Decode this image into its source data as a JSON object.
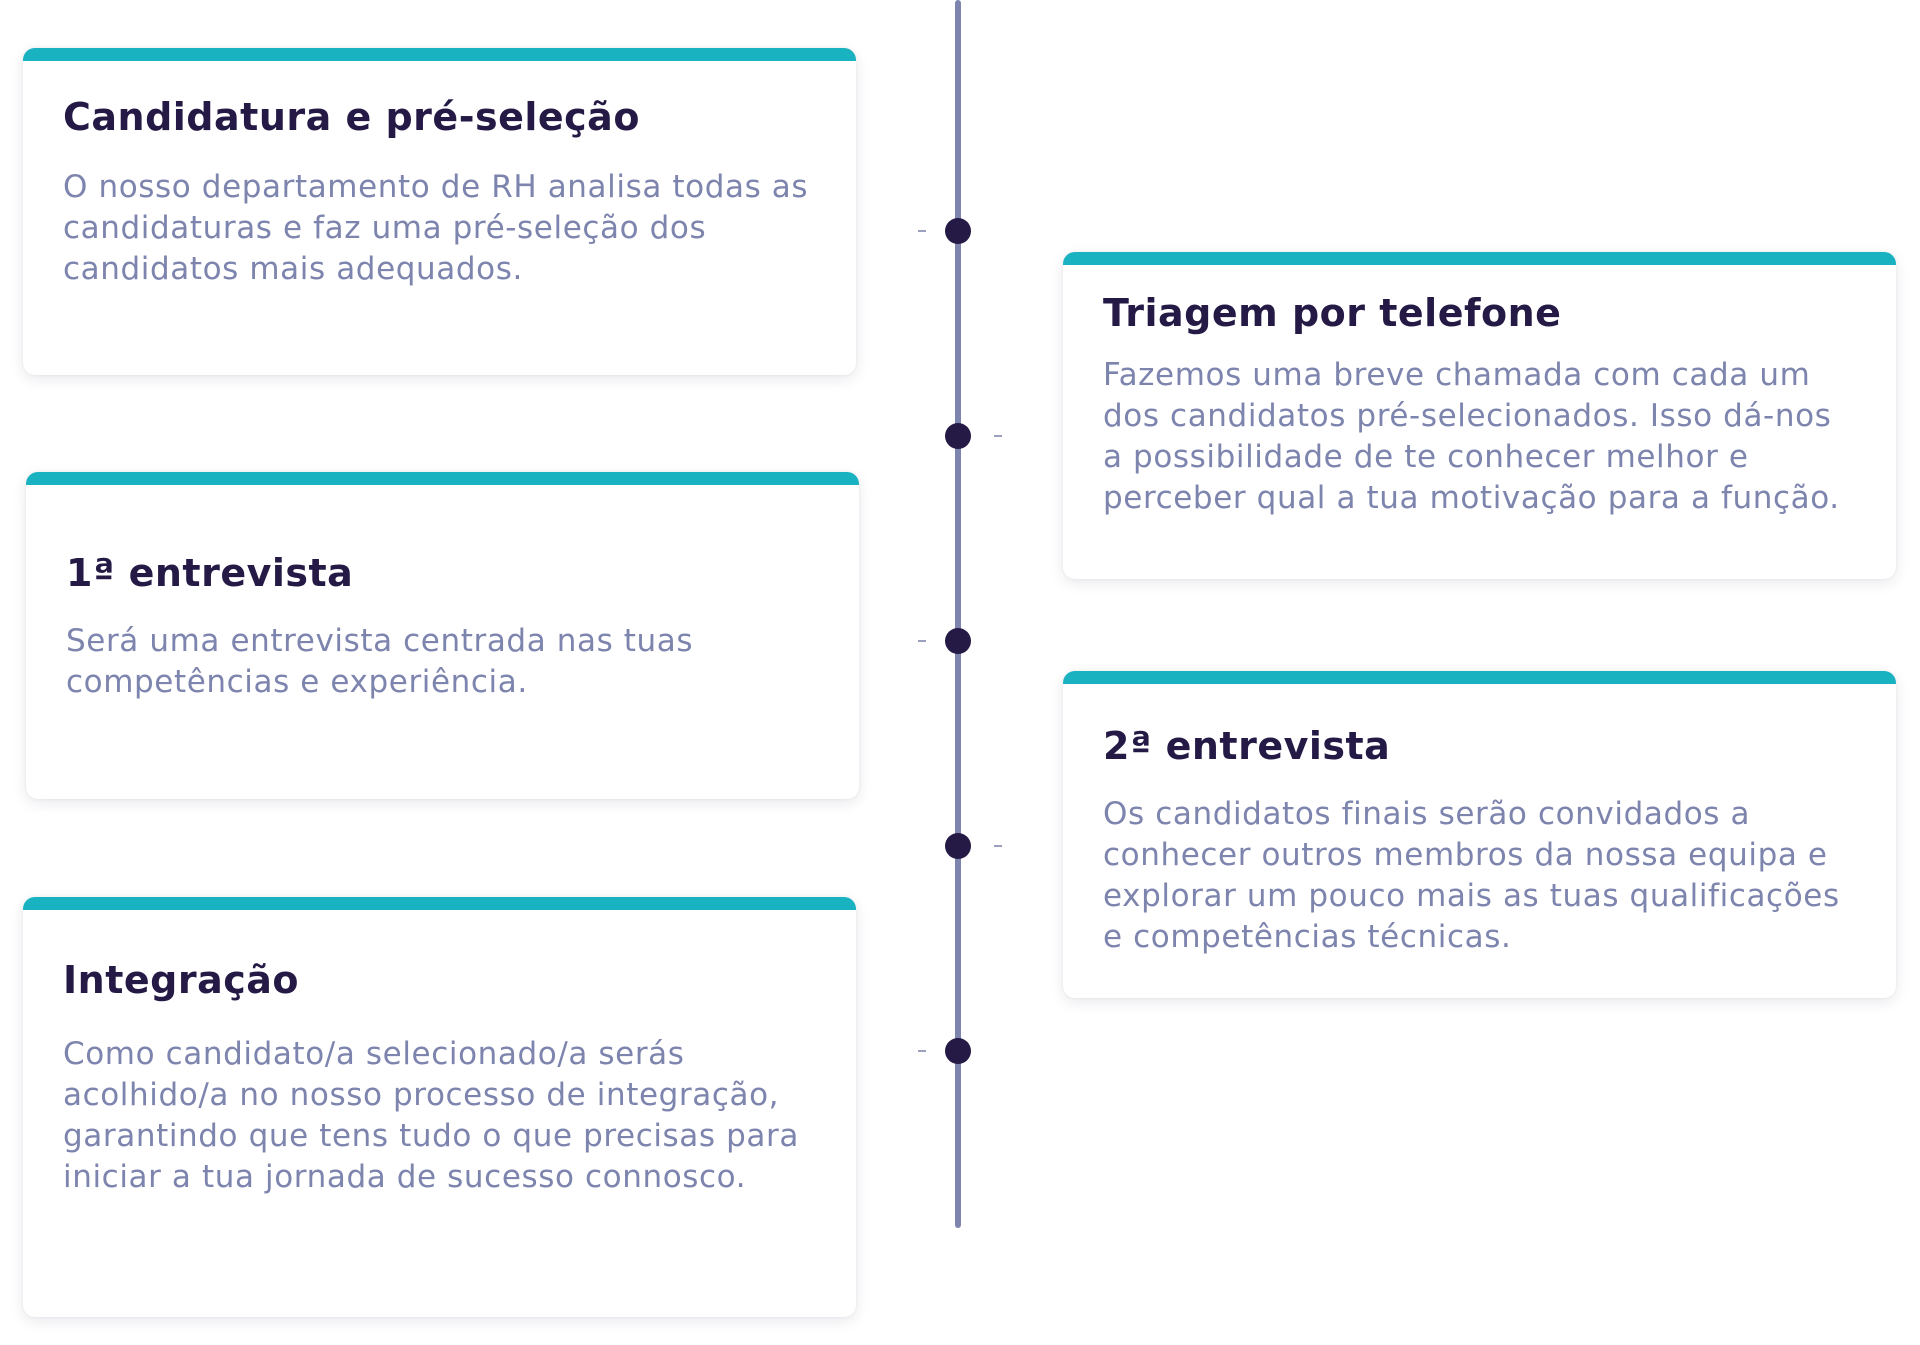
{
  "steps": [
    {
      "title": "Candidatura e pré-seleção",
      "description": "O nosso departamento de RH analisa todas as candidaturas e faz uma pré-seleção dos candidatos mais adequados.",
      "side": "left"
    },
    {
      "title": "Triagem por telefone",
      "description": "Fazemos uma breve chamada com cada um dos candidatos pré-selecionados. Isso dá-nos a possibilidade de te conhecer melhor e perceber qual a tua motivação para a função.",
      "side": "right"
    },
    {
      "title": "1ª entrevista",
      "description": "Será uma entrevista centrada nas tuas competências e experiência.",
      "side": "left"
    },
    {
      "title": "2ª entrevista",
      "description": "Os candidatos finais serão convidados a conhecer outros membros da nossa equipa e explorar um pouco mais as tuas qualificações e competências técnicas.",
      "side": "right"
    },
    {
      "title": "Integração",
      "description": "Como candidato/a selecionado/a serás acolhido/a no nosso processo de integração, garantindo que tens tudo o que precisas para iniciar a tua jornada de sucesso connosco.",
      "side": "left"
    }
  ],
  "colors": {
    "accent": "#18b2c0",
    "title": "#241a45",
    "text": "#7d84ad",
    "line": "#7d84ad",
    "dot": "#241a45"
  }
}
